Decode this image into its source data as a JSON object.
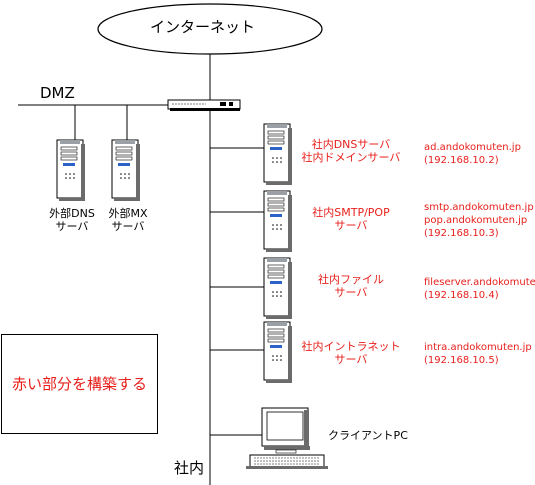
{
  "diagram": {
    "internet_label": "インターネット",
    "dmz_label": "DMZ",
    "lan_label": "社内",
    "note_text": "赤い部分を構築する",
    "client_label": "クライアントPC",
    "dmz_servers": [
      {
        "label_line1": "外部DNS",
        "label_line2": "サーバ"
      },
      {
        "label_line1": "外部MX",
        "label_line2": "サーバ"
      }
    ],
    "internal_servers": [
      {
        "name_lines": [
          "社内DNSサーバ",
          "社内ドメインサーバ"
        ],
        "host_lines": [
          "ad.andokomuten.jp",
          "(192.168.10.2)"
        ]
      },
      {
        "name_lines": [
          "社内SMTP/POP",
          "サーバ"
        ],
        "host_lines": [
          "smtp.andokomuten.jp",
          "pop.andokomuten.jp",
          "(192.168.10.3)"
        ]
      },
      {
        "name_lines": [
          "社内ファイル",
          "サーバ"
        ],
        "host_lines": [
          "fileserver.andokomuten.jp",
          "(192.168.10.4)"
        ]
      },
      {
        "name_lines": [
          "社内イントラネット",
          "サーバ"
        ],
        "host_lines": [
          "intra.andokomuten.jp",
          "(192.168.10.5)"
        ]
      }
    ],
    "colors": {
      "highlight": "#e8201c",
      "line": "#000000"
    }
  }
}
